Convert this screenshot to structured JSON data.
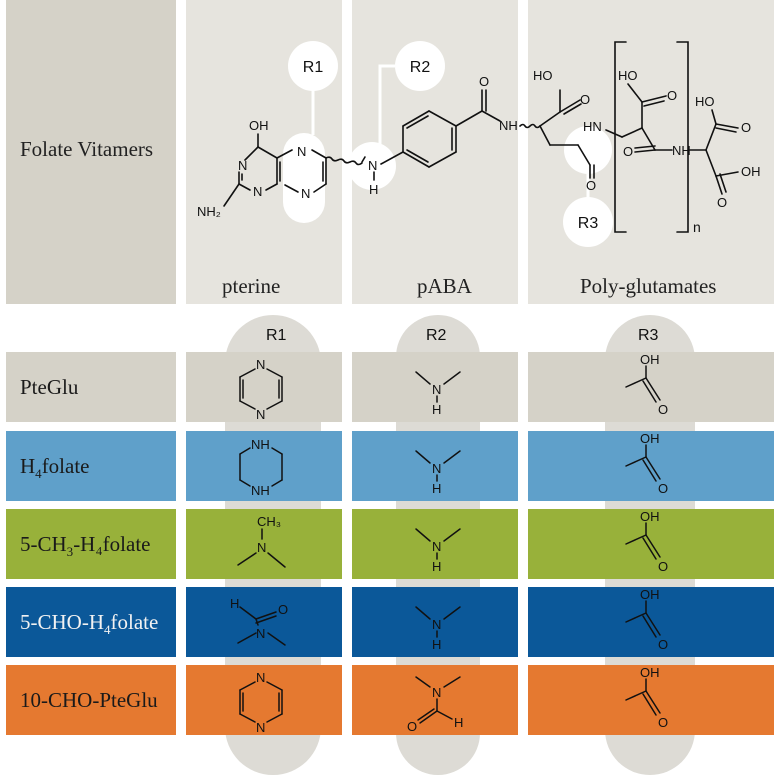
{
  "header": {
    "title": "Folate Vitamers",
    "sections": [
      "pterine",
      "pABA",
      "Poly-glutamates"
    ],
    "callouts": [
      "R1",
      "R2",
      "R3"
    ],
    "atoms": {
      "oh": "OH",
      "nh2": "NH₂",
      "n": "N",
      "h": "H",
      "nh": "NH",
      "hn": "HN",
      "ho": "HO",
      "o": "O",
      "cooh": "OH",
      "n_sub": "n"
    }
  },
  "columns": [
    "R1",
    "R2",
    "R3"
  ],
  "rows": [
    {
      "label_main": "PteGlu",
      "label_pre": "",
      "label_sub": "",
      "label_post": "",
      "color": "#d5d2c8",
      "dark": false,
      "r1": "pyrazine",
      "r2": "amine"
    },
    {
      "label_main": "",
      "label_pre": "H",
      "label_sub": "4",
      "label_post": "folate",
      "color": "#5fa0ca",
      "dark": false,
      "r1": "piperazine",
      "r2": "amine"
    },
    {
      "label_main": "",
      "label_pre": "5-CH",
      "label_sub": "3",
      "label_post": "-H₄folate",
      "color": "#98b13a",
      "dark": false,
      "r1": "methyl",
      "r2": "amine"
    },
    {
      "label_main": "",
      "label_pre": "5-CHO-H",
      "label_sub": "4",
      "label_post": "folate",
      "color": "#0b5899",
      "dark": true,
      "r1": "formyl",
      "r2": "amine"
    },
    {
      "label_main": "10-CHO-PteGlu",
      "label_pre": "",
      "label_sub": "",
      "label_post": "",
      "color": "#e57930",
      "dark": false,
      "r1": "pyrazine",
      "r2": "formamide"
    }
  ],
  "fragments": {
    "ch3": "CH₃",
    "h": "H",
    "n": "N",
    "nh": "NH",
    "o": "O",
    "oh": "OH"
  },
  "colors": {
    "panel": "#e6e4de",
    "title_panel": "#d5d2c8",
    "pill": "#dddbd5"
  }
}
